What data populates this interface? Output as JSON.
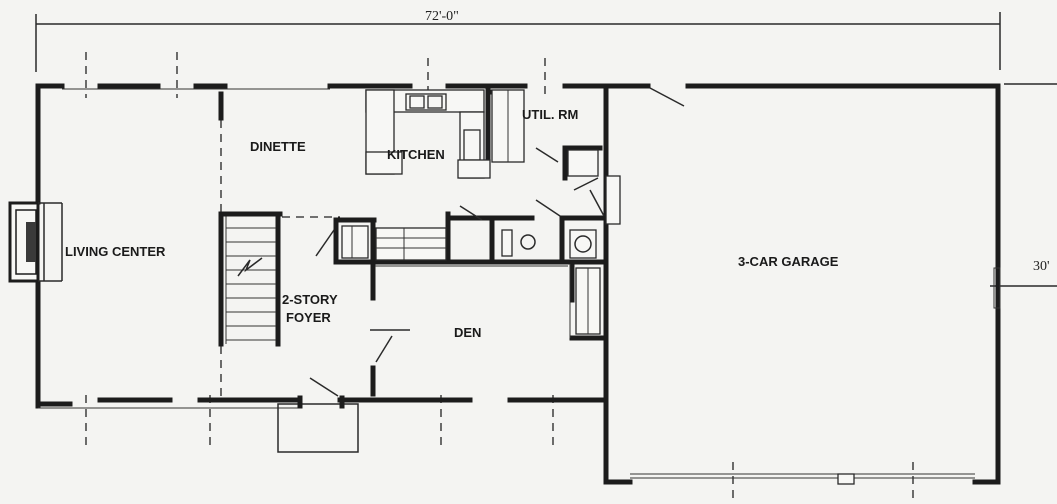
{
  "dimensions": {
    "width": "72'-0\"",
    "depth": "30'"
  },
  "rooms": {
    "living_center": "LIVING CENTER",
    "dinette": "DINETTE",
    "kitchen": "KITCHEN",
    "util_rm": "UTIL. RM",
    "foyer_line1": "2-STORY",
    "foyer_line2": "FOYER",
    "den": "DEN",
    "garage": "3-CAR GARAGE"
  },
  "colors": {
    "paper": "#f4f4f2",
    "ink": "#1c1c1c"
  }
}
